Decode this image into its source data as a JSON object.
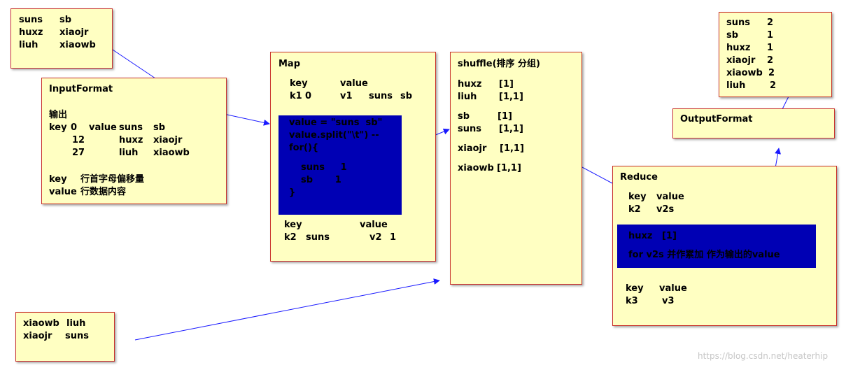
{
  "input_data": {
    "rows": [
      [
        "suns",
        "sb"
      ],
      [
        "huxz",
        "xiaojr"
      ],
      [
        "liuh",
        "xiaowb"
      ]
    ]
  },
  "input_format": {
    "title": "InputFormat",
    "output_label": "输出",
    "rows": [
      [
        "key",
        "0",
        "value",
        "suns",
        "sb"
      ],
      [
        "",
        "12",
        "",
        "huxz",
        "xiaojr"
      ],
      [
        "",
        "27",
        "",
        "liuh",
        "xiaowb"
      ]
    ],
    "key_desc": [
      "key",
      "行首字母偏移量"
    ],
    "value_desc": [
      "value",
      "行数据内容"
    ]
  },
  "map": {
    "title": "Map",
    "header": [
      "key",
      "value"
    ],
    "row": [
      "k1",
      "0",
      "v1",
      "suns",
      "sb"
    ],
    "code": [
      "value = \"suns  sb\"",
      "value.split(\"\\t\") --",
      "for(){",
      "suns     1",
      "sb       1",
      "}"
    ],
    "footer_header": [
      "key",
      "value"
    ],
    "footer_row": [
      "k2",
      "suns",
      "v2",
      "1"
    ]
  },
  "shuffle": {
    "title": "shuffle(排序 分组)",
    "groups": [
      [
        [
          "huxz",
          "[1]"
        ],
        [
          "liuh",
          "[1,1]"
        ]
      ],
      [
        [
          "sb",
          "[1]"
        ],
        [
          "suns",
          "[1,1]"
        ]
      ],
      [
        [
          "xiaojr",
          "[1,1]"
        ]
      ],
      [
        [
          "xiaowb",
          "[1,1]"
        ]
      ]
    ]
  },
  "extra_input": {
    "rows": [
      [
        "xiaowb",
        "liuh"
      ],
      [
        "xiaojr",
        "suns"
      ]
    ]
  },
  "reduce": {
    "title": "Reduce",
    "header": [
      "key",
      "value"
    ],
    "row": [
      "k2",
      "v2s"
    ],
    "code": [
      "huxz   [1]",
      "for v2s 并作累加 作为输出的value"
    ],
    "footer_header": [
      "key",
      "value"
    ],
    "footer_row": [
      "k3",
      "v3"
    ]
  },
  "output_data": {
    "rows": [
      [
        "suns",
        "2"
      ],
      [
        "sb",
        "1"
      ],
      [
        "huxz",
        "1"
      ],
      [
        "xiaojr",
        "2"
      ],
      [
        "xiaowb",
        "2"
      ],
      [
        "liuh",
        "2"
      ]
    ]
  },
  "output_format": {
    "title": "OutputFormat"
  },
  "watermark": "https://blog.csdn.net/heaterhip",
  "colors": {
    "box_fill": "#ffffc2",
    "box_border": "#c8312b",
    "code_fill": "#0000b4",
    "arrow": "#1a1aff"
  }
}
